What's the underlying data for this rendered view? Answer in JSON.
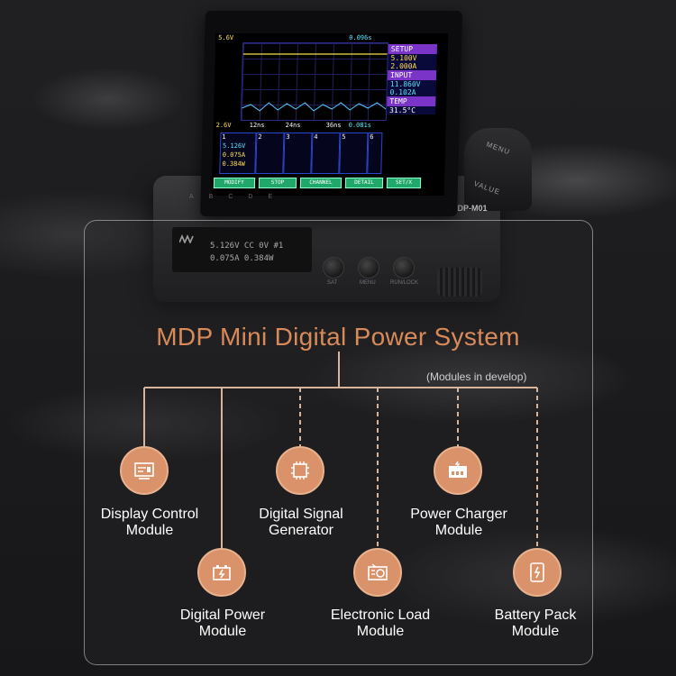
{
  "device": {
    "lcd": {
      "voltage_top": "5.6V",
      "time_top": "0.096s",
      "setup_label": "SETUP",
      "setup_voltage": "5.100V",
      "setup_current": "2.000A",
      "input_label": "INPUT",
      "input_voltage": "11.860V",
      "input_current": "0.102A",
      "temp_label": "TEMP",
      "temp_value": "31.5°C",
      "scale_v": "2.6V",
      "scale_t1": "12ns",
      "scale_t2": "24ns",
      "scale_t3": "36ns",
      "scale_t4": "0.081s",
      "ch1_voltage": "5.126V",
      "ch1_current": "0.075A",
      "ch1_power": "0.384W",
      "channels": [
        "1",
        "2",
        "3",
        "4",
        "5",
        "6"
      ],
      "buttons": [
        "MODIFY",
        "STOP",
        "CHANNEL",
        "DETAIL",
        "SET/X"
      ]
    },
    "oled": {
      "line1": "5.126V  CC  0V  #1",
      "line2": "0.075A  0.384W"
    },
    "panel_letters": "ABCDE",
    "knobs": [
      "SAT",
      "MENU",
      "RUN/LOCK"
    ],
    "side_labels": [
      "MENU",
      "VALUE"
    ],
    "model": "MDP-M01"
  },
  "headline": "MDP Mini Digital Power System",
  "note": "(Modules in develop)",
  "modules": [
    {
      "line1": "Display Control",
      "line2": "Module",
      "icon": "display-icon"
    },
    {
      "line1": "Digital Power",
      "line2": "Module",
      "icon": "battery-icon"
    },
    {
      "line1": "Digital Signal",
      "line2": "Generator",
      "icon": "chip-icon"
    },
    {
      "line1": "Electronic Load",
      "line2": "Module",
      "icon": "load-icon"
    },
    {
      "line1": "Power Charger",
      "line2": "Module",
      "icon": "charger-icon"
    },
    {
      "line1": "Battery Pack",
      "line2": "Module",
      "icon": "battery-pack-icon"
    }
  ],
  "colors": {
    "accent": "#d88a58",
    "icon_fill": "#d9926a",
    "line": "#d8b49a"
  }
}
